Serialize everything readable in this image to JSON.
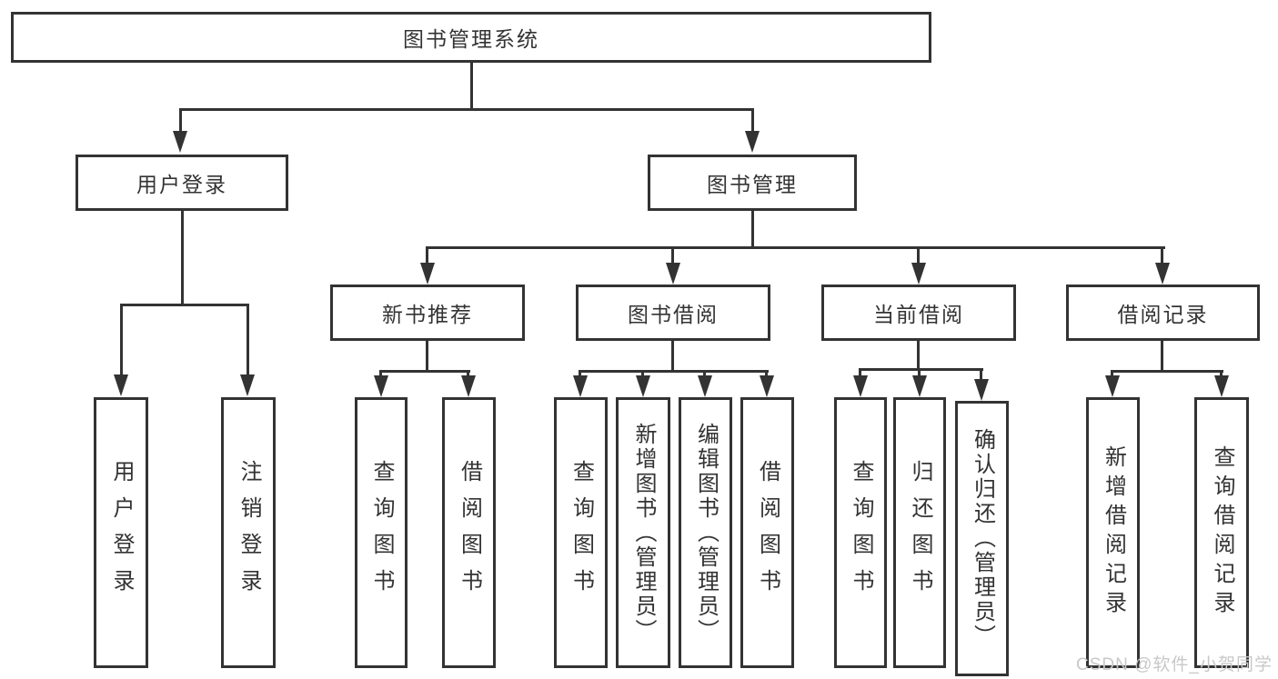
{
  "diagram": {
    "title_node": "图书管理系统",
    "level2": [
      {
        "label": "用户登录"
      },
      {
        "label": "图书管理"
      }
    ],
    "level3": [
      {
        "label": "新书推荐"
      },
      {
        "label": "图书借阅"
      },
      {
        "label": "当前借阅"
      },
      {
        "label": "借阅记录"
      }
    ],
    "leaves": {
      "login": [
        {
          "label": "用户登录"
        },
        {
          "label": "注销登录"
        }
      ],
      "recommend": [
        {
          "label": "查询图书"
        },
        {
          "label": "借阅图书"
        }
      ],
      "borrow": [
        {
          "label": "查询图书"
        },
        {
          "label": "新增图书（管理员）"
        },
        {
          "label": "编辑图书（管理员）"
        },
        {
          "label": "借阅图书"
        }
      ],
      "current": [
        {
          "label": "查询图书"
        },
        {
          "label": "归还图书"
        },
        {
          "label": "确认归还（管理员）"
        }
      ],
      "records": [
        {
          "label": "新增借阅记录"
        },
        {
          "label": "查询借阅记录"
        }
      ]
    }
  },
  "watermark": {
    "text": "CSDN @软件_小贺同学"
  },
  "colors": {
    "line": "#333333",
    "box_border": "#333333",
    "text": "#333333",
    "background": "#ffffff",
    "watermark": "#c8c8c8"
  }
}
